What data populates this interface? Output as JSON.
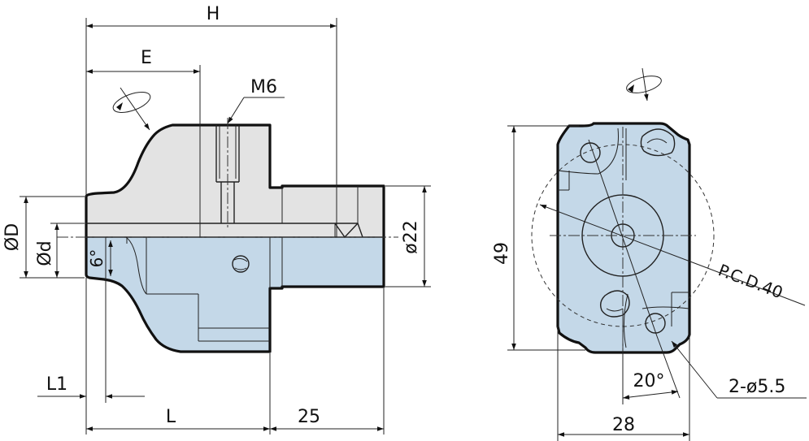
{
  "colors": {
    "body_gray": "#e3e3e3",
    "body_blue": "#c4d8e8",
    "outline": "#111111"
  },
  "labels": {
    "H": "H",
    "E": "E",
    "M6": "M6",
    "OD": "ØD",
    "Od": "Ød",
    "angle6": "6°",
    "dia22": "ø22",
    "L1": "L1",
    "L": "L",
    "dim25": "25",
    "dim49": "49",
    "pcd": "P.C.D.40",
    "angle20": "20°",
    "holes": "2-ø5.5",
    "dim28": "28"
  },
  "icons": {
    "rotation_left": "rotation-arrow-icon",
    "rotation_right": "rotation-arrow-icon"
  }
}
